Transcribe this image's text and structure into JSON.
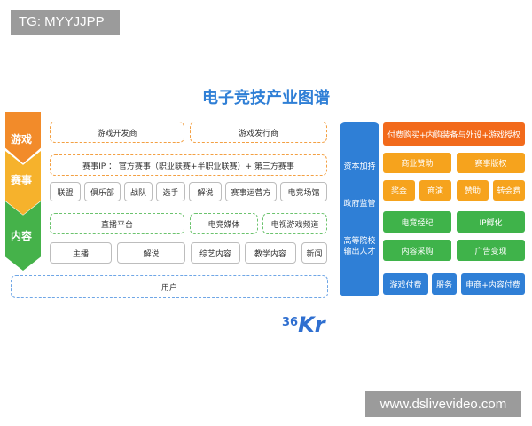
{
  "tag": "TG: MYYJJPP",
  "watermark": "www.dslivevideo.com",
  "title": "电子竞技产业图谱",
  "arrows": [
    "游戏",
    "赛事",
    "内容"
  ],
  "left": {
    "game_dev": "游戏开发商",
    "game_pub": "游戏发行商",
    "event_ip": "赛事IP ： 官方赛事（职业联赛+半职业联赛）+ 第三方赛事",
    "event_items": [
      "联盟",
      "俱乐部",
      "战队",
      "选手",
      "解说",
      "赛事运营方",
      "电竞场馆"
    ],
    "content_row1": [
      "直播平台",
      "电竞媒体",
      "电视游戏频道"
    ],
    "content_row2": [
      "主播",
      "解说",
      "综艺内容",
      "教学内容",
      "新闻"
    ],
    "users": "用户"
  },
  "center": [
    "资本加持",
    "政府监管",
    "高等院校输出人才"
  ],
  "right": {
    "r1": "付费购买+内购装备与外设+游戏授权",
    "r2": [
      "商业赞助",
      "赛事版权"
    ],
    "r3": [
      "奖金",
      "商演",
      "赞助",
      "转会费"
    ],
    "r4": [
      "电竞经纪",
      "IP孵化"
    ],
    "r5": [
      "内容采购",
      "广告变现"
    ],
    "r6": [
      "游戏付费",
      "服务",
      "电商+内容付费"
    ]
  },
  "logo": {
    "num": "36",
    "letters": "Kr"
  },
  "colors": {
    "orange": "#f28b2a",
    "yellow": "#f6b22c",
    "green": "#45b24a",
    "blue": "#2f7fd6"
  }
}
